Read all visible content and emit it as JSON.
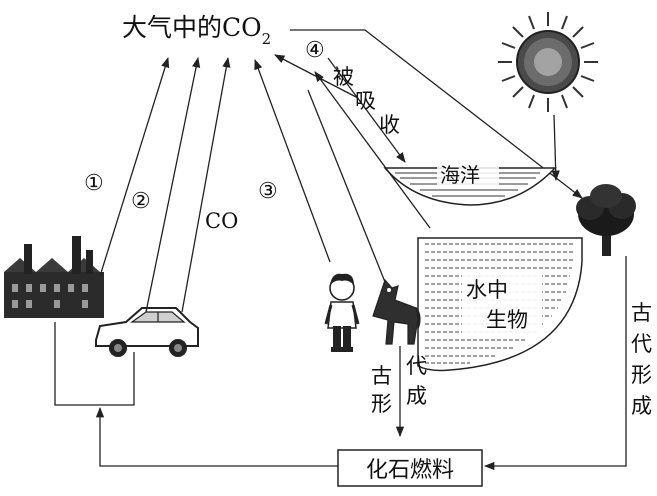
{
  "title": {
    "main": "大气中的CO",
    "sub": "2"
  },
  "labels": {
    "n1": "①",
    "n2": "②",
    "n3": "③",
    "n4": "④",
    "absorbed": [
      "被",
      "吸",
      "收"
    ],
    "co": "CO",
    "ocean": "海洋",
    "aquatic": [
      "水中",
      "生物"
    ],
    "ancient_left": [
      "古",
      "形"
    ],
    "ancient_right": [
      "代",
      "成"
    ],
    "ancient_formation": [
      "古",
      "代",
      "形",
      "成"
    ],
    "fossil_fuel": "化石燃料"
  },
  "icons": [
    "sun-icon",
    "factory-icon",
    "car-icon",
    "boy-icon",
    "horse-icon",
    "tree-icon"
  ]
}
